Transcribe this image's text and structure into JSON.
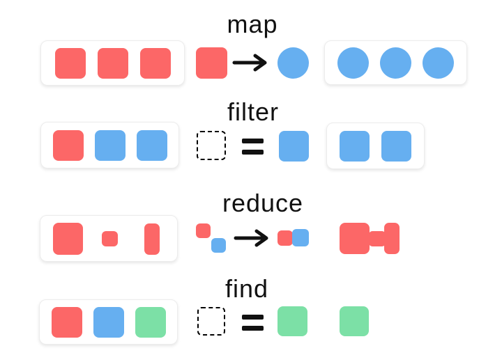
{
  "colors": {
    "red": "#fc6767",
    "blue": "#66aff0",
    "green": "#7ce0a6",
    "title_text": "#111111",
    "box_background": "#ffffff",
    "box_border": "#ececec"
  },
  "rows": [
    {
      "title": "map",
      "input_collection": [
        "red-square",
        "red-square",
        "red-square"
      ],
      "operation": {
        "symbol": "arrow-right",
        "lhs": [
          "red-square"
        ],
        "rhs": [
          "blue-circle"
        ]
      },
      "result_collection": [
        "blue-circle",
        "blue-circle",
        "blue-circle"
      ]
    },
    {
      "title": "filter",
      "input_collection": [
        "red-square",
        "blue-square",
        "blue-square"
      ],
      "operation": {
        "symbol": "equals",
        "lhs": [
          "dashed-placeholder-square"
        ],
        "rhs": [
          "blue-square"
        ]
      },
      "result_collection": [
        "blue-square",
        "blue-square"
      ]
    },
    {
      "title": "reduce",
      "input_collection": [
        "red-square-large",
        "red-square-small",
        "red-rect-tall"
      ],
      "operation": {
        "symbol": "arrow-right",
        "lhs": [
          "red-square-small",
          "blue-square-small"
        ],
        "rhs": [
          "red-square-small",
          "blue-square-small"
        ]
      },
      "result_collection": [
        "red-merged-shape"
      ]
    },
    {
      "title": "find",
      "input_collection": [
        "red-square",
        "blue-square",
        "green-square"
      ],
      "operation": {
        "symbol": "equals",
        "lhs": [
          "dashed-placeholder-square"
        ],
        "rhs": [
          "green-square"
        ]
      },
      "result_collection": [
        "green-square"
      ]
    }
  ]
}
